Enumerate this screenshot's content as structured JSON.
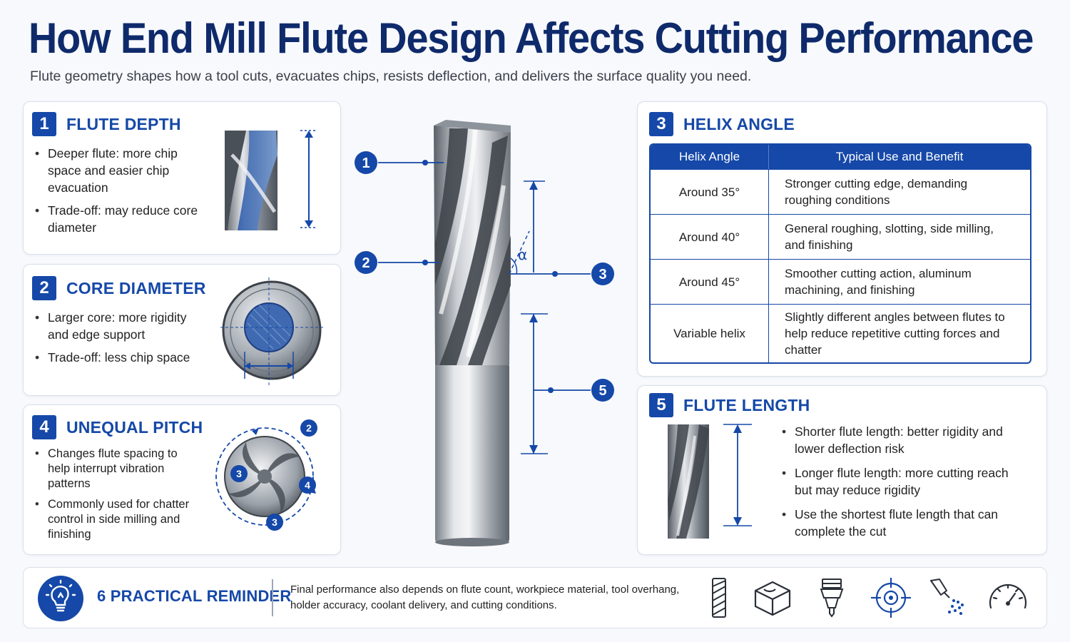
{
  "header": {
    "title": "How End Mill Flute Design Affects Cutting Performance",
    "subtitle": "Flute geometry shapes how a tool cuts, evacuates chips, resists deflection, and delivers the surface quality you need."
  },
  "colors": {
    "accent": "#1548a8",
    "title": "#0f2a6b",
    "steel_light": "#d7dbe0",
    "steel_dark": "#6b7280"
  },
  "flute_depth": {
    "number": "1",
    "title": "FLUTE DEPTH",
    "bullets": [
      "Deeper flute: more chip space and easier chip evacuation",
      "Trade-off: may reduce core diameter"
    ]
  },
  "core_diameter": {
    "number": "2",
    "title": "CORE DIAMETER",
    "bullets": [
      "Larger core: more rigidity and edge support",
      "Trade-off: less chip space"
    ]
  },
  "unequal_pitch": {
    "number": "4",
    "title": "UNEQUAL PITCH",
    "bullets": [
      "Changes flute spacing to help interrupt vibration patterns",
      "Commonly used for chatter control in side milling and finishing"
    ],
    "markers": [
      "2",
      "3",
      "4",
      "3"
    ]
  },
  "helix_angle": {
    "number": "3",
    "title": "HELIX ANGLE",
    "table": {
      "headers": [
        "Helix Angle",
        "Typical Use and Benefit"
      ],
      "rows": [
        {
          "angle": "Around 35°",
          "use": "Stronger cutting edge, demanding roughing conditions"
        },
        {
          "angle": "Around 40°",
          "use": "General roughing, slotting, side milling, and finishing"
        },
        {
          "angle": "Around 45°",
          "use": "Smoother cutting action, aluminum machining, and finishing"
        },
        {
          "angle": "Variable helix",
          "use": "Slightly different angles between flutes to help reduce repetitive cutting forces and chatter"
        }
      ]
    }
  },
  "flute_length": {
    "number": "5",
    "title": "FLUTE LENGTH",
    "bullets": [
      "Shorter flute length: better rigidity and lower deflection risk",
      "Longer flute length: more cutting reach but may reduce rigidity",
      "Use the shortest flute length that can complete the cut"
    ]
  },
  "center_callouts": {
    "labels": [
      "1",
      "2",
      "3",
      "5"
    ],
    "alpha": "α"
  },
  "reminder": {
    "title": "6 PRACTICAL REMINDER",
    "text": "Final performance also depends on flute count, workpiece material, tool overhang, holder accuracy, coolant delivery, and cutting conditions.",
    "icons": [
      "lightbulb-icon",
      "end-mill-icon",
      "workpiece-block-icon",
      "tool-holder-icon",
      "target-icon",
      "coolant-nozzle-icon",
      "gauge-icon"
    ]
  }
}
